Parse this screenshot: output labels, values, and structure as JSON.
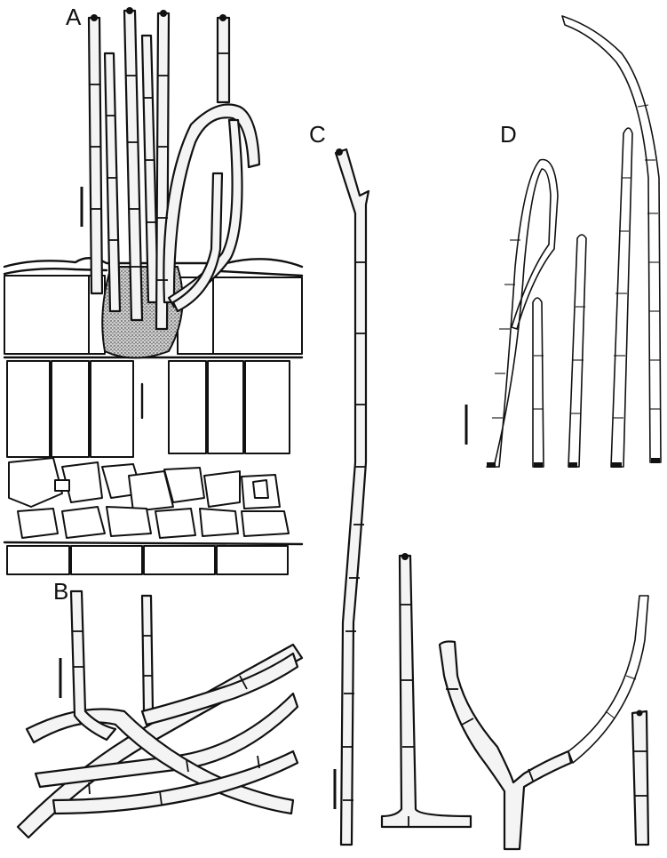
{
  "labels": {
    "A": "A",
    "B": "B",
    "C": "C",
    "D": "D"
  },
  "colors": {
    "ink": "#111111",
    "stipple": "#f4f4f4",
    "background": "#ffffff"
  }
}
